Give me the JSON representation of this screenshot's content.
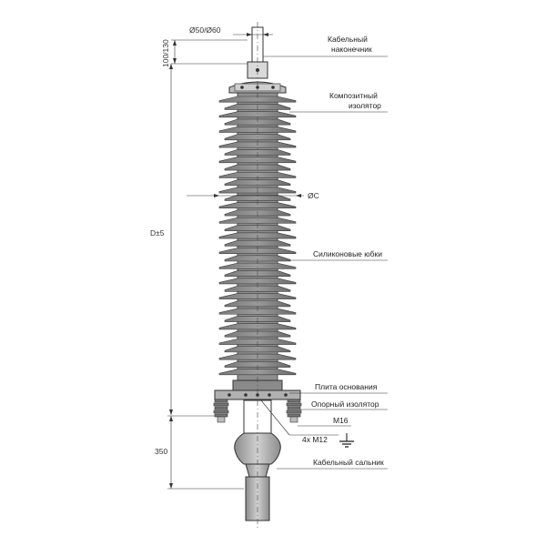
{
  "dimensions": {
    "top_diameter": "Ø50/Ø60",
    "top_height": "100/130",
    "shed_diameter": "ØC",
    "total_length": "D±5",
    "gland_length": "350"
  },
  "labels": {
    "cable_lug_line1": "Кабельный",
    "cable_lug_line2": "наконечник",
    "composite_line1": "Композитный",
    "composite_line2": "изолятор",
    "silicone_sheds": "Силиконовые юбки",
    "base_plate": "Плита основания",
    "support_insulator": "Опорный изолятор",
    "bolt_m16": "M16",
    "bolt_m12": "4x M12",
    "cable_gland": "Кабельный сальник"
  },
  "sheds_count": 37,
  "colors": {
    "housing": "#6e6e6e",
    "housing_light": "#9c9c9c",
    "core": "#b4b4b4",
    "line": "#333333"
  }
}
